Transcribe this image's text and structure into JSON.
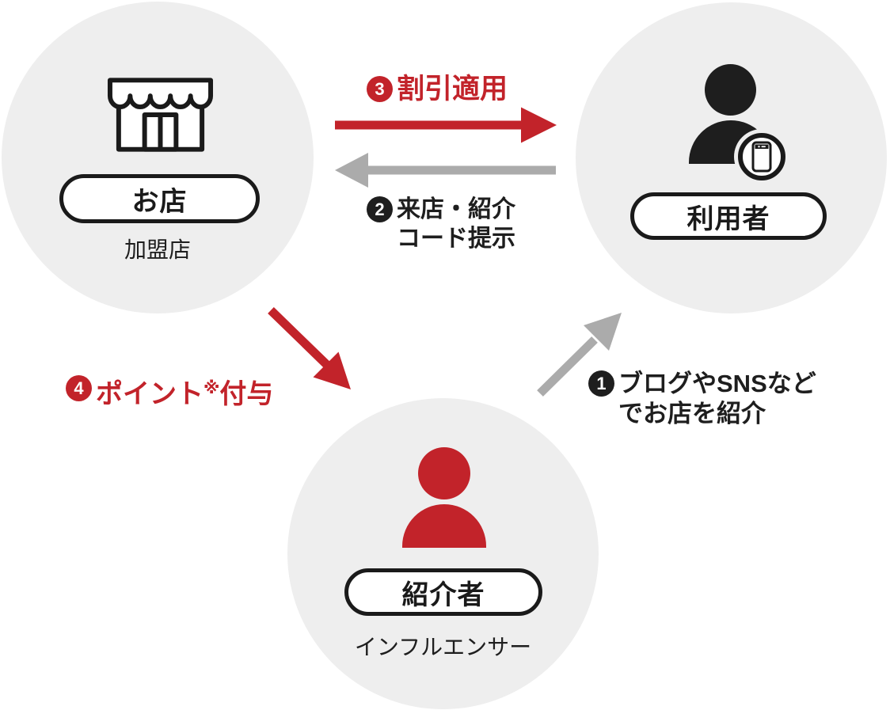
{
  "nodes": {
    "store": {
      "pill_label": "お店",
      "subtitle": "加盟店"
    },
    "user": {
      "pill_label": "利用者"
    },
    "referrer": {
      "pill_label": "紹介者",
      "subtitle": "インフルエンサー"
    }
  },
  "steps": {
    "step1": {
      "number": "1",
      "line1": "ブログやSNSなど",
      "line2": "でお店を紹介"
    },
    "step2": {
      "number": "2",
      "line1": "来店・紹介",
      "line2": "コード提示"
    },
    "step3": {
      "number": "3",
      "text": "割引適用"
    },
    "step4": {
      "number": "4",
      "text_pre": "ポイント",
      "sup_mark": "※",
      "text_post": "付与"
    }
  },
  "icons": {
    "store": "storefront-icon",
    "user": "person-icon",
    "user_badge": "smartphone-icon",
    "referrer": "person-icon"
  },
  "colors": {
    "accent_red": "#c2232a",
    "arrow_gray": "#ababab",
    "node_bg_gray": "#eeeeee",
    "outline_black": "#1a1a1a",
    "text_dark": "#1e1e1e"
  }
}
